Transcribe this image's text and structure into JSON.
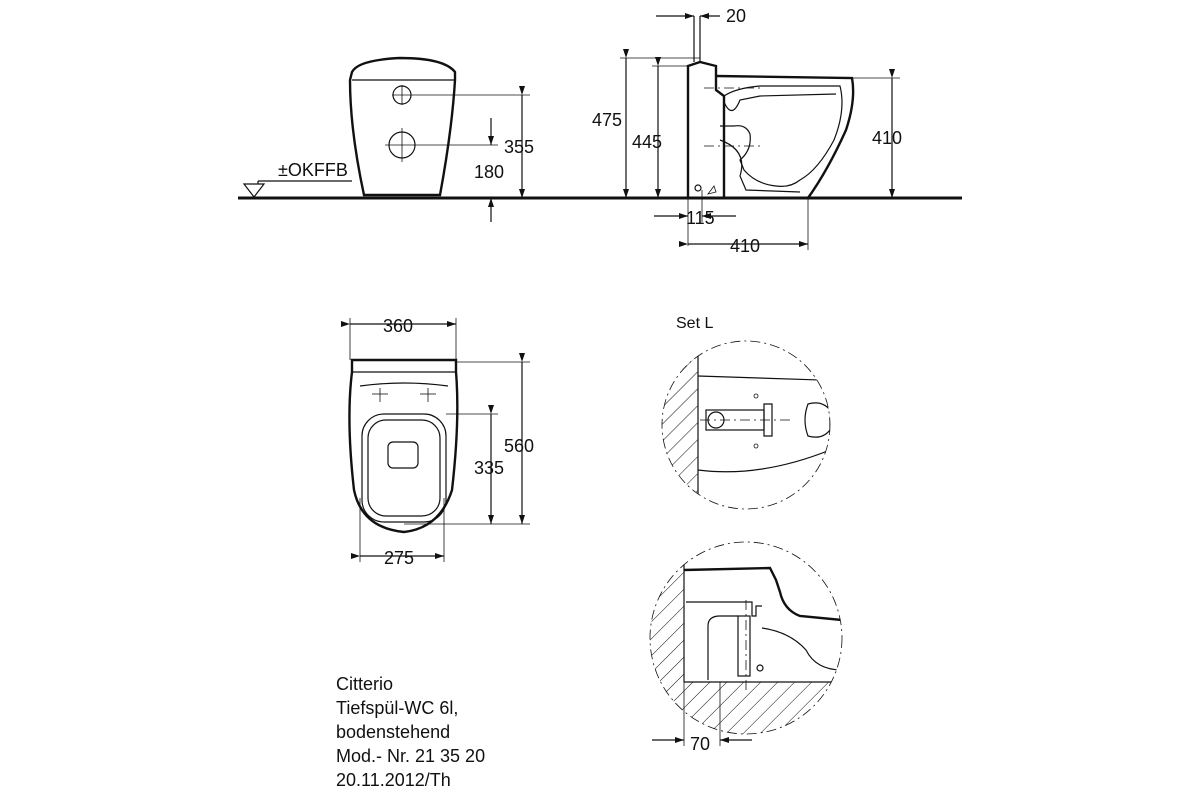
{
  "dimensions": {
    "front_view": {
      "height_outlet_top": "355",
      "height_outlet_bottom": "180",
      "floor_ref": "±OKFFB"
    },
    "side_view": {
      "pipe_offset": "20",
      "height_total": "475",
      "height_cistern": "445",
      "height_rim": "410",
      "pipe_distance": "115",
      "depth": "410"
    },
    "top_view": {
      "width": "360",
      "length": "560",
      "seat_length": "335",
      "base_width": "275"
    },
    "detail": {
      "set_label": "Set L",
      "distance": "70"
    }
  },
  "title_block": {
    "line1": "Citterio",
    "line2": "Tiefspül-WC 6l,",
    "line3": "bodenstehend",
    "line4": "Mod.- Nr. 21 35 20",
    "line5": "20.11.2012/Th"
  }
}
